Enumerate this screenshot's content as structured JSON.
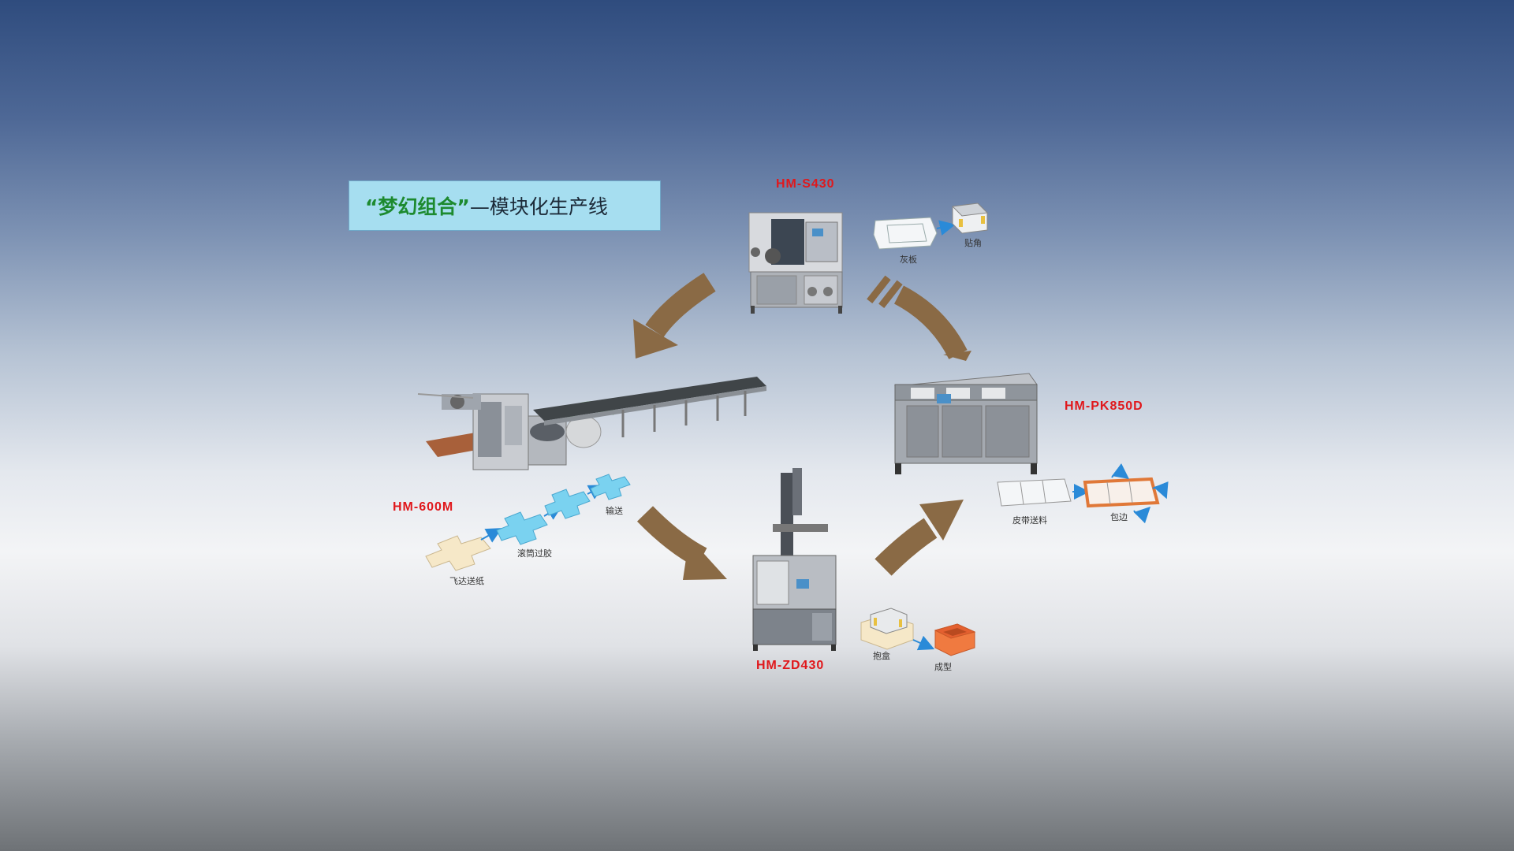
{
  "title": {
    "highlight": "“梦幻组合”",
    "rest": "—模块化生产线"
  },
  "machines": {
    "s430": {
      "label": "HM-S430",
      "steps": [
        "灰板",
        "贴角"
      ]
    },
    "pk850d": {
      "label": "HM-PK850D",
      "steps": [
        "皮带送料",
        "包边"
      ]
    },
    "zd430": {
      "label": "HM-ZD430",
      "steps": [
        "抱盒",
        "成型"
      ]
    },
    "m600": {
      "label": "HM-600M",
      "steps": [
        "飞达送纸",
        "滚筒过胶",
        "输送"
      ]
    }
  },
  "colors": {
    "arrow": "#8a6a45",
    "model_label": "#e0181c",
    "title_bg": "#a6def0",
    "title_accent": "#1d8a2f"
  }
}
